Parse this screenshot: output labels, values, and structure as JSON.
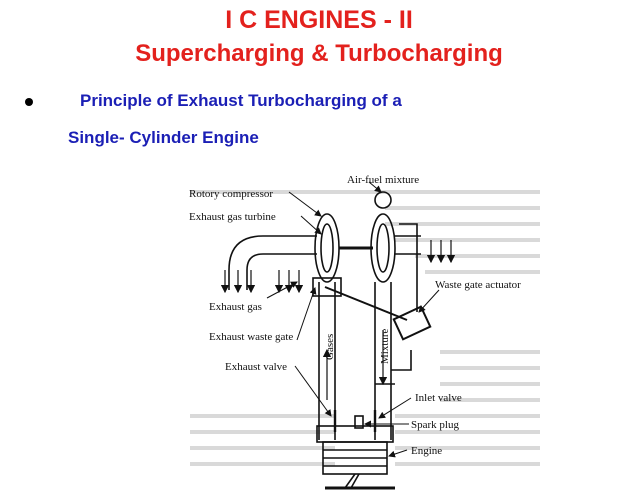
{
  "slide": {
    "title": "I C ENGINES - II",
    "subtitle": "Supercharging & Turbocharging",
    "bullet_text": "Principle of Exhaust Turbocharging of a",
    "bullet_continuation": "Single- Cylinder Engine"
  },
  "colors": {
    "title": "#e3211d",
    "body_text": "#1b1fb5",
    "diagram_ink": "#111111"
  },
  "figure": {
    "labels": {
      "rotory_compressor": "Rotory compressor",
      "air_fuel_mixture": "Air-fuel mixture",
      "exhaust_gas_turbine": "Exhaust gas turbine",
      "waste_gate_actuator": "Waste gate actuator",
      "exhaust_gas": "Exhaust gas",
      "exhaust_waste_gate": "Exhaust waste gate",
      "gases": "Gases",
      "mixture": "Mixture",
      "exhaust_valve": "Exhaust valve",
      "inlet_valve": "Inlet valve",
      "spark_plug": "Spark plug",
      "engine": "Engine"
    }
  }
}
